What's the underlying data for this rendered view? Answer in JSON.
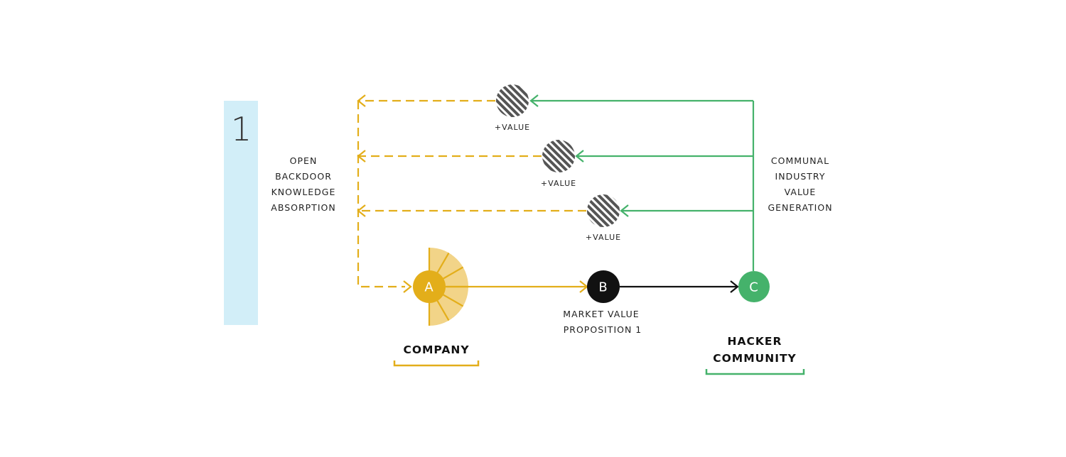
{
  "colors": {
    "company": "#E3AE1A",
    "company_light": "#F2D488",
    "hacker": "#45B26B",
    "market": "#111111",
    "panel": "#D2EEF8",
    "hatch": "#555555"
  },
  "panel": {
    "number": "1"
  },
  "left_label": [
    "OPEN",
    "BACKDOOR",
    "KNOWLEDGE",
    "ABSORPTION"
  ],
  "right_label": [
    "COMMUNAL",
    "INDUSTRY",
    "VALUE",
    "GENERATION"
  ],
  "value_nodes": [
    "+VALUE",
    "+VALUE",
    "+VALUE"
  ],
  "nodes": {
    "a": {
      "letter": "A"
    },
    "b": {
      "letter": "B",
      "caption": [
        "MARKET VALUE",
        "PROPOSITION 1"
      ]
    },
    "c": {
      "letter": "C"
    }
  },
  "company": {
    "title": "COMPANY"
  },
  "hacker": {
    "title": [
      "HACKER",
      "COMMUNITY"
    ]
  }
}
